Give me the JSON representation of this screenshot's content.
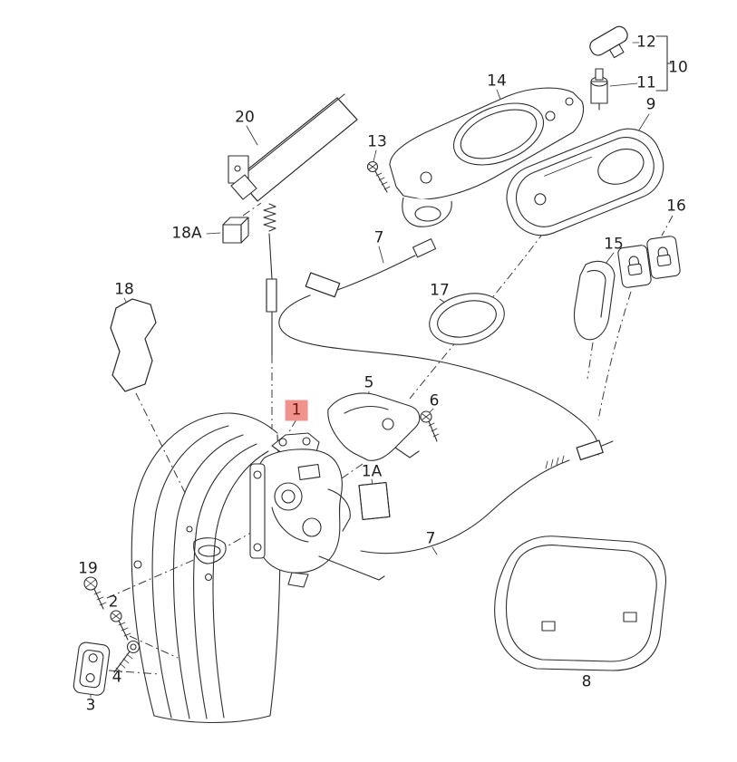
{
  "diagram": {
    "type": "exploded-parts-diagram",
    "subject": "door lock, interior handle, cables and trim exploded view",
    "background_color": "#ffffff",
    "line_color": "#1f1f1f",
    "highlight": {
      "part": "1",
      "background": "#ef938c",
      "text_color": "#6d120e"
    },
    "callouts": [
      {
        "label": "20"
      },
      {
        "label": "18A"
      },
      {
        "label": "18"
      },
      {
        "label": "13"
      },
      {
        "label": "14"
      },
      {
        "label": "12"
      },
      {
        "label": "11"
      },
      {
        "label": "10"
      },
      {
        "label": "9"
      },
      {
        "label": "7"
      },
      {
        "label": "17"
      },
      {
        "label": "15"
      },
      {
        "label": "16"
      },
      {
        "label": "5"
      },
      {
        "label": "6"
      },
      {
        "label": "1",
        "highlighted": true
      },
      {
        "label": "1A"
      },
      {
        "label": "7"
      },
      {
        "label": "8"
      },
      {
        "label": "19"
      },
      {
        "label": "2"
      },
      {
        "label": "4"
      },
      {
        "label": "3"
      }
    ]
  }
}
